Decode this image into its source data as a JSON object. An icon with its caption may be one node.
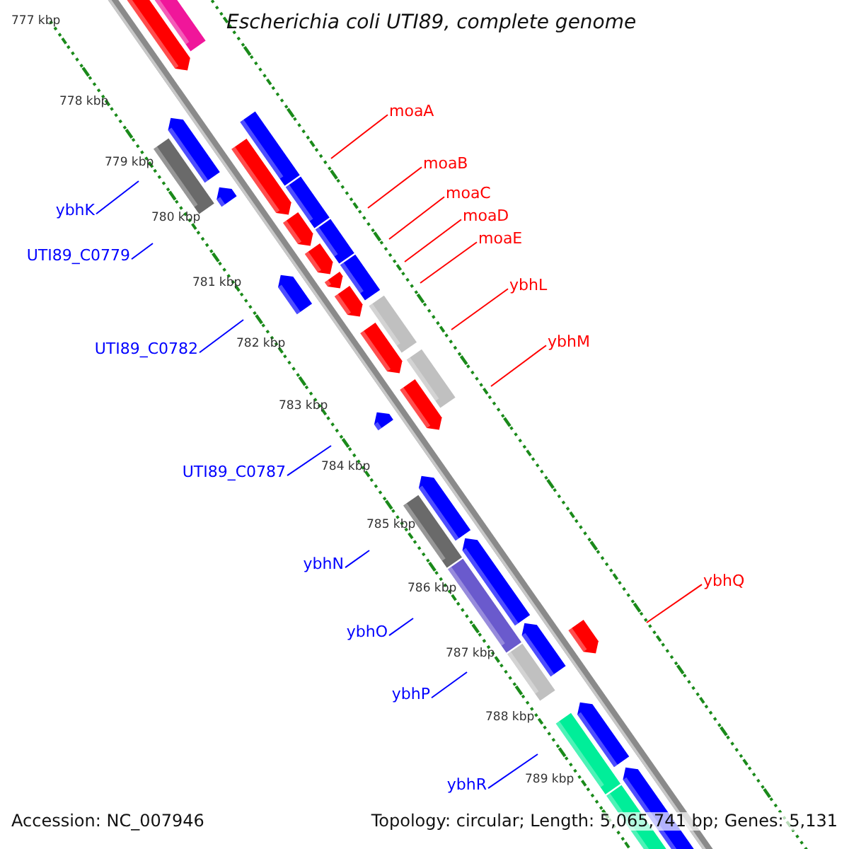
{
  "diagram": {
    "title": "Escherichia coli UTI89, complete genome",
    "nodes": [
      {
        "text": [
          "moaA"
        ]
      },
      {
        "text": [
          "moaB"
        ]
      },
      {
        "text": [
          "moaC"
        ]
      },
      {
        "text": [
          "ybhK"
        ]
      },
      {
        "text": [
          "moaD"
        ]
      },
      {
        "text": [
          "moaE"
        ]
      },
      {
        "text": [
          "UTI89_C0779"
        ]
      },
      {
        "text": [
          "ybhL"
        ]
      },
      {
        "text": [
          "ybhM"
        ]
      },
      {
        "text": [
          "UTI89_C0782"
        ]
      },
      {
        "text": [
          "UTI89_C0787"
        ]
      },
      {
        "text": [
          "ybhN"
        ]
      },
      {
        "text": [
          "ybhQ"
        ]
      },
      {
        "text": [
          "ybhO"
        ]
      },
      {
        "text": [
          "ybhP"
        ]
      },
      {
        "text": [
          "ybhR"
        ]
      }
    ],
    "edges": [
      {
        "from": 0,
        "to": null,
        "arrow": "none"
      },
      {
        "from": 1,
        "to": null,
        "arrow": "none"
      },
      {
        "from": 2,
        "to": null,
        "arrow": "none"
      },
      {
        "from": 3,
        "to": null,
        "arrow": "none",
        "color": "#0000ff"
      },
      {
        "from": 4,
        "to": null,
        "arrow": "none"
      },
      {
        "from": 5,
        "to": null,
        "arrow": "none"
      },
      {
        "from": 6,
        "to": null,
        "arrow": "none",
        "color": "#0000ff"
      },
      {
        "from": 7,
        "to": null,
        "arrow": "none"
      },
      {
        "from": 8,
        "to": null,
        "arrow": "none"
      },
      {
        "from": 9,
        "to": null,
        "arrow": "none",
        "color": "#0000ff"
      },
      {
        "from": 10,
        "to": null,
        "arrow": "none",
        "color": "#0000ff"
      },
      {
        "from": 11,
        "to": null,
        "arrow": "none",
        "color": "#0000ff"
      },
      {
        "from": 12,
        "to": null,
        "arrow": "none"
      },
      {
        "from": 13,
        "to": null,
        "arrow": "none",
        "color": "#0000ff"
      },
      {
        "from": 14,
        "to": null,
        "arrow": "none",
        "color": "#0000ff"
      },
      {
        "from": 15,
        "to": null,
        "arrow": "none",
        "color": "#0000ff"
      }
    ],
    "labels": [
      "777 kbp",
      "778 kbp",
      "779 kbp",
      "780 kbp",
      "781 kbp",
      "782 kbp",
      "783 kbp",
      "784 kbp",
      "785 kbp",
      "786 kbp",
      "787 kbp",
      "788 kbp",
      "789 kbp",
      "Accession: NC_007946",
      "Topology: circular; Length: 5,065,741 bp; Genes: 5,131"
    ]
  }
}
